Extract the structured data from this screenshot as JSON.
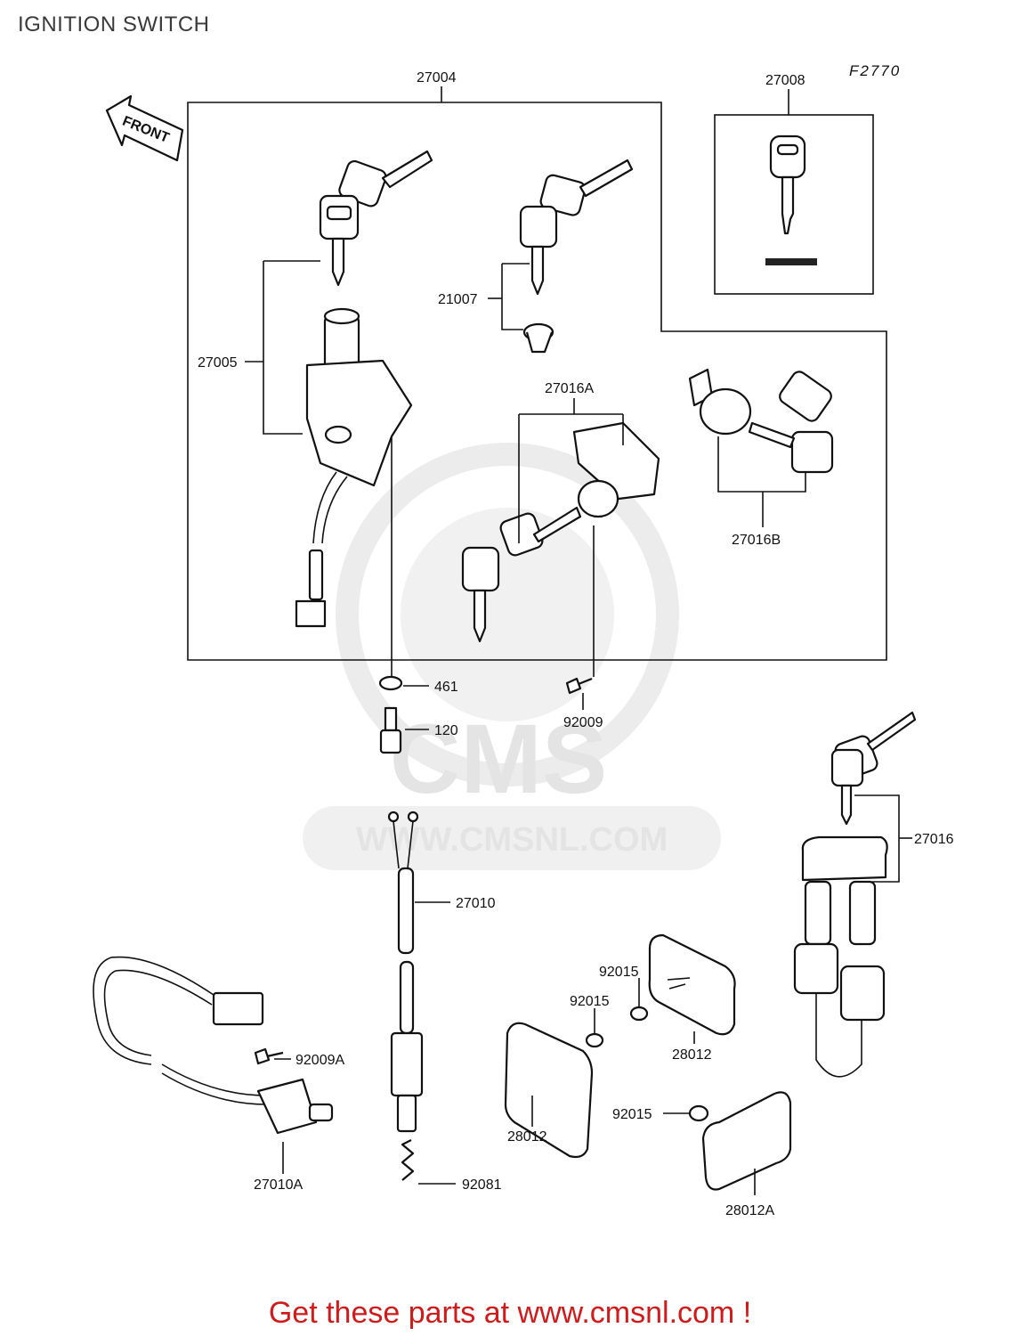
{
  "page": {
    "title": "IGNITION SWITCH",
    "figure_code": "F2770"
  },
  "front_arrow": "FRONT",
  "watermark": {
    "brand": "CMS",
    "url": "WWW.CMSNL.COM"
  },
  "parts": {
    "p27004": "27004",
    "p27008": "27008",
    "p27005": "27005",
    "p21007": "21007",
    "p27016A": "27016A",
    "p27016B": "27016B",
    "p461": "461",
    "p120": "120",
    "p92009": "92009",
    "p27016": "27016",
    "p27010": "27010",
    "p92015a": "92015",
    "p92015b": "92015",
    "p92015c": "92015",
    "p28012a": "28012",
    "p28012b": "28012",
    "p28012A": "28012A",
    "p92009A": "92009A",
    "p27010A": "27010A",
    "p92081": "92081"
  },
  "footer": {
    "text": "Get these parts at www.cmsnl.com !"
  }
}
